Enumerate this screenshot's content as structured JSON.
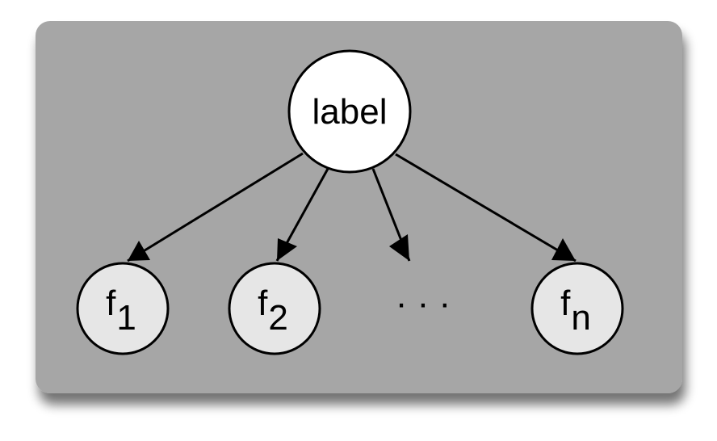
{
  "diagram": {
    "root": {
      "label": "label"
    },
    "children": [
      {
        "base": "f",
        "sub": "1"
      },
      {
        "base": "f",
        "sub": "2"
      },
      {
        "base": "f",
        "sub": "n"
      }
    ],
    "ellipsis": "· · ·"
  },
  "colors": {
    "panel": "#a6a6a6",
    "root_fill": "#ffffff",
    "child_fill": "#e6e6e6",
    "stroke": "#000000"
  }
}
